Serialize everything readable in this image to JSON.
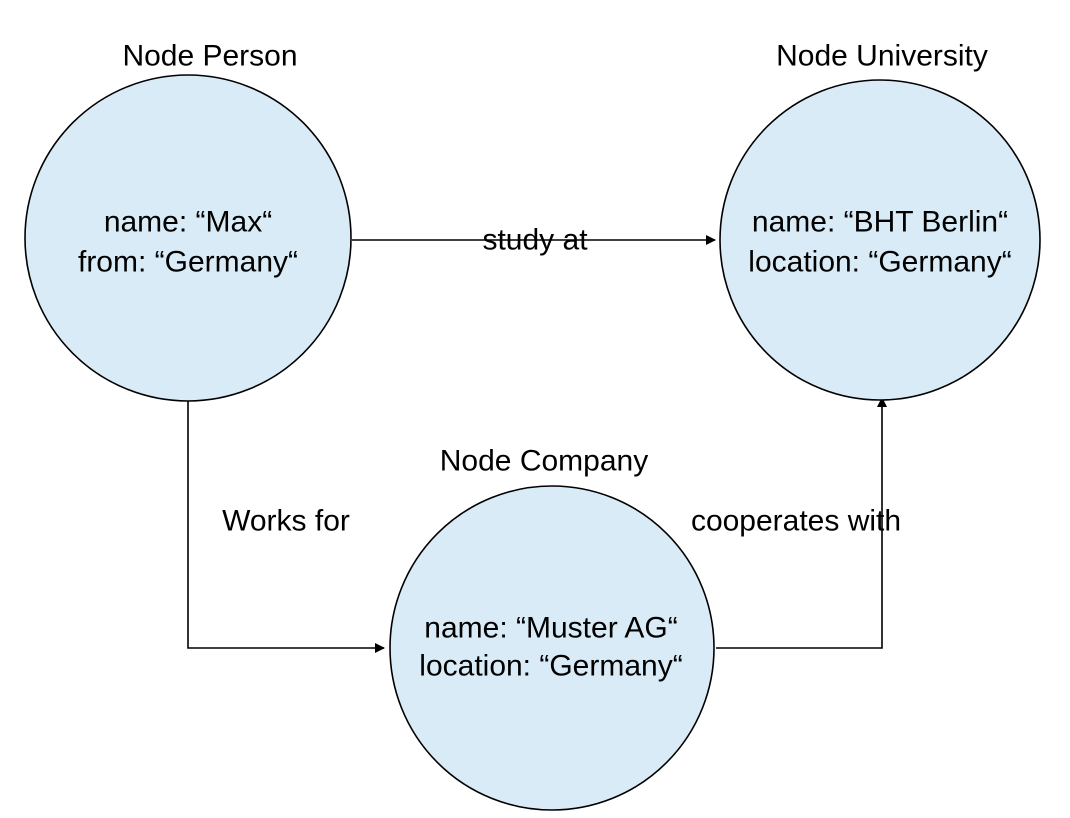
{
  "colors": {
    "node_fill": "#d9ebf6",
    "stroke": "#000000",
    "text": "#000000",
    "background": "#ffffff"
  },
  "nodes": {
    "person": {
      "title": "Node Person",
      "line1": "name: “Max“",
      "line2": "from: “Germany“"
    },
    "university": {
      "title": "Node University",
      "line1": "name: “BHT Berlin“",
      "line2": "location: “Germany“"
    },
    "company": {
      "title": "Node Company",
      "line1": "name: “Muster AG“",
      "line2": "location: “Germany“"
    }
  },
  "edges": {
    "study_at": {
      "label": "study at"
    },
    "works_for": {
      "label": "Works for"
    },
    "cooperates_with": {
      "label": "cooperates with"
    }
  }
}
